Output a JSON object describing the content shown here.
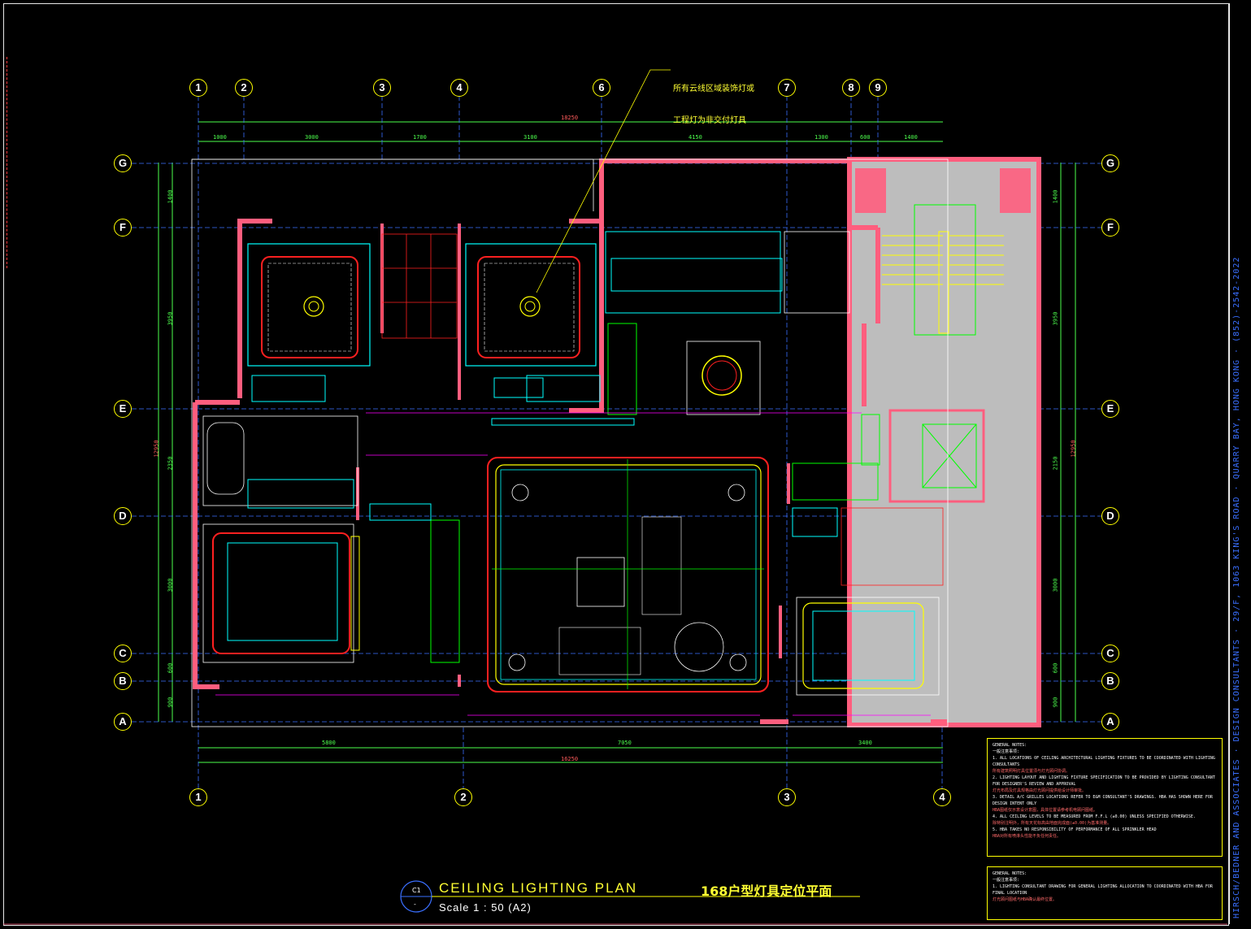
{
  "sidebar": {
    "text": "HIRSCH/BEDNER AND ASSOCIATES · DESIGN CONSULTANTS · 29/F, 1063 KING'S ROAD · QUARRY BAY, HONG KONG · (852)-2542-2022"
  },
  "grid": {
    "columns_top": [
      "1",
      "2",
      "3",
      "4",
      "6",
      "7",
      "8",
      "9"
    ],
    "columns_bottom": [
      "1",
      "2",
      "3",
      "4"
    ],
    "rows": [
      "G",
      "F",
      "E",
      "D",
      "C",
      "B",
      "A"
    ]
  },
  "dimensions": {
    "top_total": "18250",
    "top_segments": [
      "1000",
      "3000",
      "1700",
      "3100",
      "4150",
      "1300",
      "600",
      "1400"
    ],
    "bottom_segments": [
      "5800",
      "7050",
      "3400"
    ],
    "bottom_total": "16250",
    "left_total": "12950",
    "left_segments": [
      "1400",
      "3950",
      "2350",
      "3000",
      "600",
      "900"
    ],
    "right_total": "12950",
    "right_segments": [
      "1400",
      "3950",
      "2150",
      "3000",
      "600",
      "900"
    ]
  },
  "annotation": {
    "line1": "所有云线区域装饰灯或",
    "line2": "工程灯为非交付灯具"
  },
  "title": {
    "tag_top": "C1",
    "tag_bottom": "-",
    "english": "CEILING LIGHTING PLAN",
    "chinese": "168户型灯具定位平面",
    "scale": "Scale 1 : 50 (A2)"
  },
  "general_notes": {
    "heading": "GENERAL NOTES:",
    "heading_cn": "一般注意事项:",
    "items": [
      "1.  ALL LOCATIONS OF CEILING ARCHITECTURAL LIGHTING FIXTURES TO BE COORDINATED WITH LIGHTING CONSULTANTS",
      "所有建筑照明灯具位置须与灯光顾问协调。",
      "2.  LIGHTING LAYOUT AND LIGHTING FIXTURE SPECIFICATION TO BE PROVIDED BY LIGHTING CONSULTANT FOR DESIGNER'S REVIEW AND APPROVAL",
      "灯光布局及灯具规格由灯光顾问提供给设计师审批。",
      "3.  DETAIL A/C GRILLES LOCATIONS REFER TO E&M CONSULTANT'S DRAWINGS. HBA HAS SHOWN HERE FOR DESIGN INTENT ONLY",
      "HBA图纸仅示意设计意图，具体位置请参考机电顾问图纸。",
      "4.  ALL CEILING LEVELS TO BE MEASURED FROM F.F.L (±0.00) UNLESS SPECIFIED OTHERWISE.",
      "除特别注明外，所有天花标高由地面完成面(±0.00)为基准测量。",
      "5.  HBA TAKES NO RESPONSIBILITY OF PERFORMANCE OF ALL SPRINKLER HEAD",
      "HBA对所有喷淋头性能不负任何责任。"
    ]
  },
  "general_notes_2": {
    "heading": "GENERAL NOTES:",
    "heading_cn": "一般注意事项:",
    "items": [
      "1.  LIGHTING CONSULTANT DRAWING FOR GENERAL LIGHTING ALLOCATION TO COORDINATED WITH HBA FOR FINAL LOCATION",
      "灯光顾问图纸与HBA确认最终位置。"
    ]
  },
  "colors": {
    "background": "#000000",
    "wall": "#ff5e7e",
    "cyan": "#00ffff",
    "yellow": "#ffff00",
    "green": "#00ff00",
    "red": "#ff2020",
    "magenta": "#ff00ff",
    "white": "#ffffff",
    "grey": "#bdbdbd",
    "blue": "#3a6fff"
  }
}
